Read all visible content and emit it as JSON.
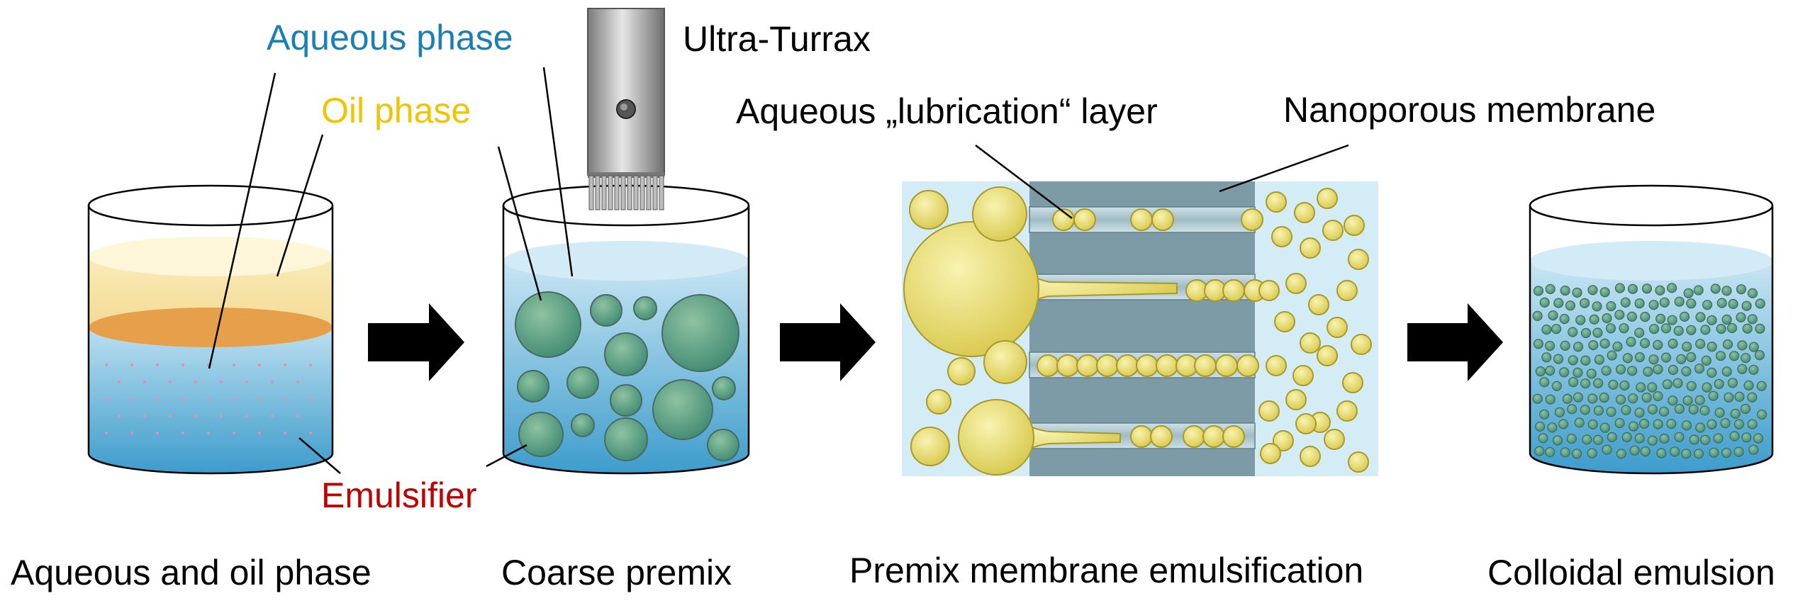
{
  "labels": {
    "aqueous_phase": "Aqueous phase",
    "oil_phase": "Oil phase",
    "ultra_turrax": "Ultra-Turrax",
    "lubrication_layer": "Aqueous „lubrication“ layer",
    "nanoporous_membrane": "Nanoporous membrane",
    "emulsifier": "Emulsifier"
  },
  "steps": [
    {
      "caption": "Aqueous and oil phase"
    },
    {
      "caption": "Coarse premix"
    },
    {
      "caption": "Premix membrane emulsification"
    },
    {
      "caption": "Colloidal emulsion"
    }
  ],
  "colors": {
    "aqueous_label": "#1a7fb5",
    "oil_label": "#f2c400",
    "emulsifier_label": "#c00000",
    "water_light": "#c9e6f4",
    "water_dark": "#3d9ccc",
    "oil_light": "#fbf0c2",
    "oil_dark": "#e6a04c",
    "droplet_green": "#4f9a7e",
    "droplet_yellow": "#e8e07a",
    "membrane": "#7c9ba6",
    "arrow": "#000000"
  },
  "icons": {
    "arrow": "right-arrow-icon",
    "disperser": "ultra-turrax-icon"
  }
}
